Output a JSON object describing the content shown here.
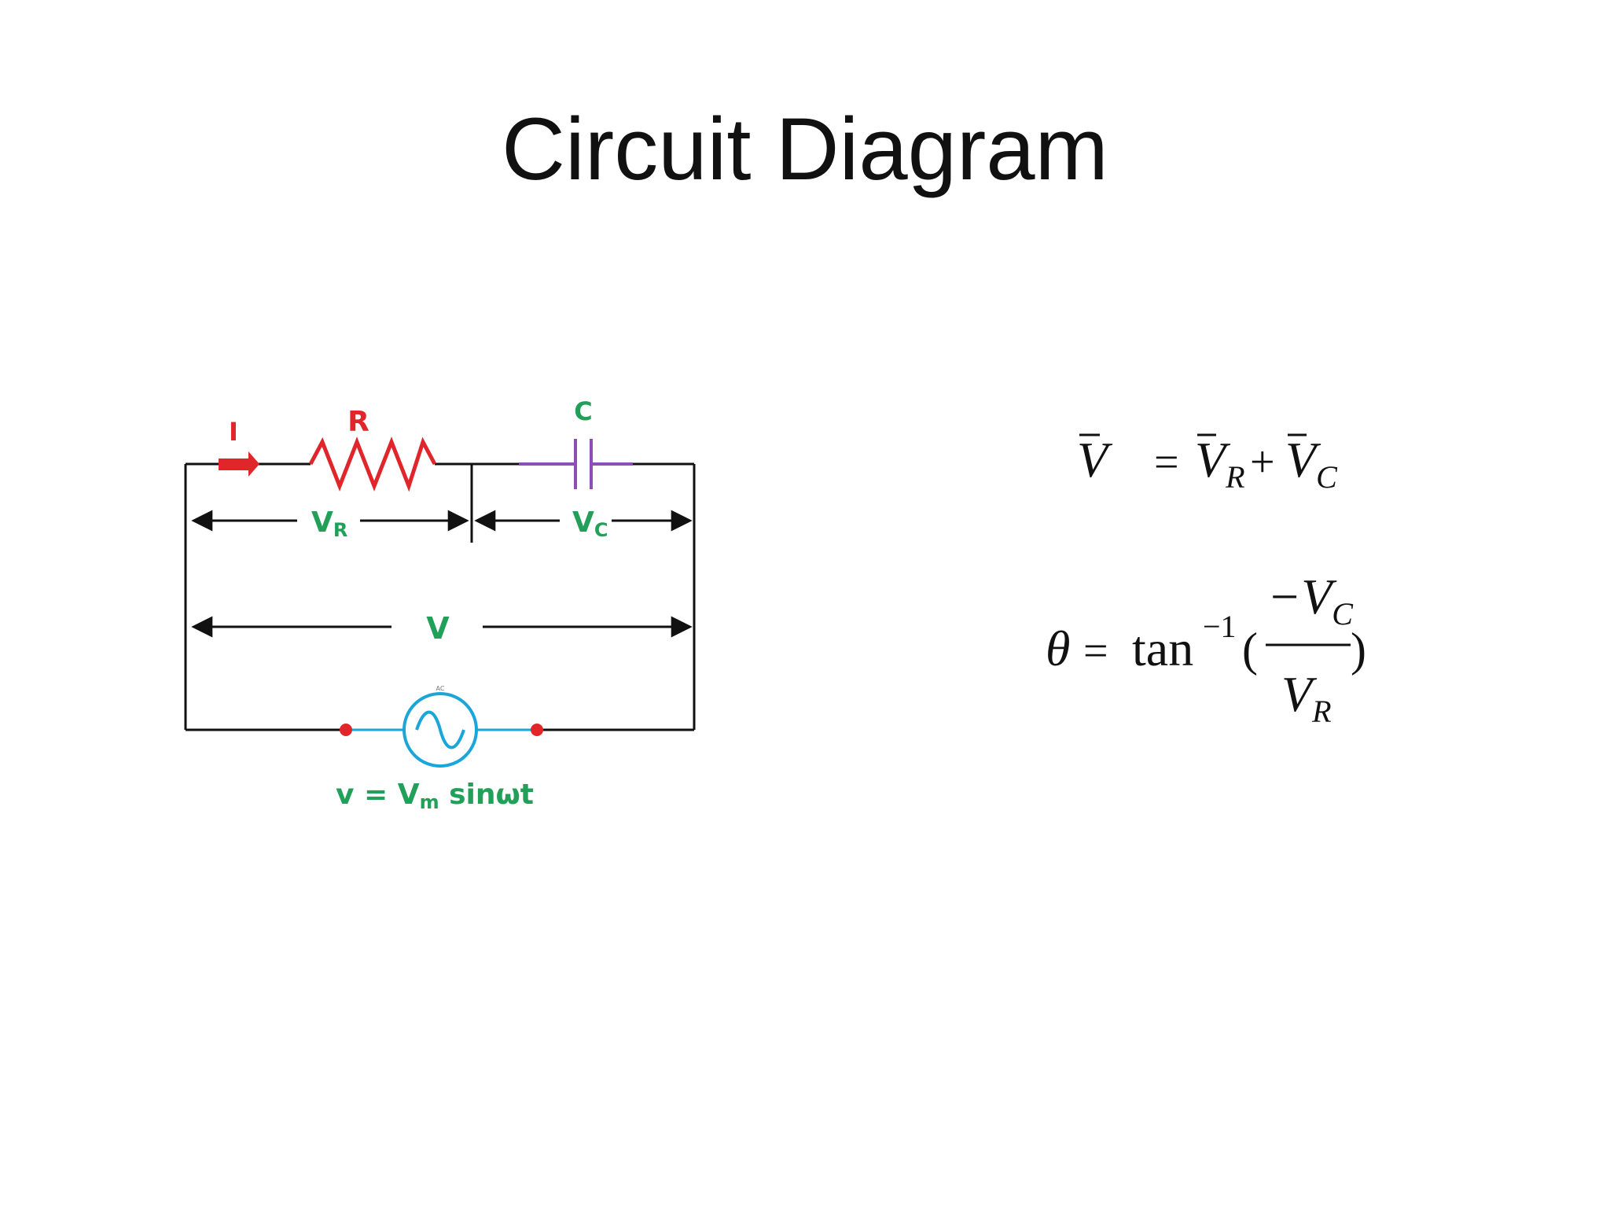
{
  "slide": {
    "title": "Circuit Diagram"
  },
  "circuit": {
    "current_label": "I",
    "resistor_label": "R",
    "capacitor_label": "C",
    "vr_label": "V",
    "vr_sub": "R",
    "vc_label": "V",
    "vc_sub": "C",
    "v_label": "V",
    "source_tag": "AC",
    "source_eq_pre": "v = V",
    "source_eq_sub": "m",
    "source_eq_post": " sinωt",
    "colors": {
      "wire": "#111111",
      "resistor": "#e0262b",
      "capacitor": "#8e4fb5",
      "source": "#1aa6d8",
      "labels": "#22a05a",
      "current_arrow": "#e0262b"
    }
  },
  "equations": {
    "eq1_lhs": "V",
    "eq1_equals": "=",
    "eq1_term1": "V",
    "eq1_term1_sub": "R",
    "eq1_plus": "+",
    "eq1_term2": "V",
    "eq1_term2_sub": "C",
    "eq2_theta": "θ",
    "eq2_equals": "=",
    "eq2_func": "tan",
    "eq2_sup": "−1",
    "eq2_lparen": "(",
    "eq2_num": "−V",
    "eq2_num_sub": "C",
    "eq2_den": "V",
    "eq2_den_sub": "R",
    "eq2_rparen": ")"
  }
}
